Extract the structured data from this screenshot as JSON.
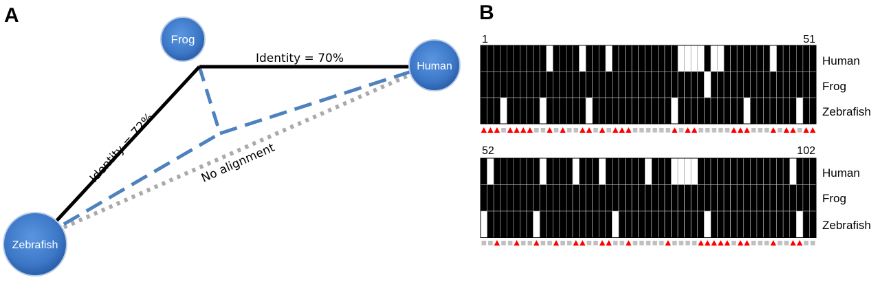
{
  "panel_a": {
    "letter": "A",
    "nodes": {
      "frog": "Frog",
      "human": "Human",
      "zebrafish": "Zebrafish"
    },
    "edge_labels": {
      "frog_human": "Identity = 70%",
      "frog_zebrafish": "Identity = 72%",
      "zebrafish_human": "No alignment"
    },
    "colors": {
      "node": "#3d78c8",
      "identity_line": "#000000",
      "dashed_line": "#4f81bd",
      "dotted_line": "#aaaaaa"
    }
  },
  "panel_b": {
    "letter": "B",
    "species_labels": [
      "Human",
      "Frog",
      "Zebrafish"
    ],
    "blocks": [
      {
        "start": "1",
        "end": "51",
        "rows": [
          "111111111101111011101111111111000010011111110111111",
          "111111111111111111111111111111111101111111111111111",
          "111011111011111101111111111110111111111101111111011"
        ],
        "marks": "TTT-TTTT--T-T--TT-T-TTT------T-TT-----TTT---T-TT-TT-T"
      },
      {
        "start": "52",
        "end": "102",
        "rows": [
          "101111111011110111011111101110000111111111111110111",
          "111111111111111111111111111111111111111111111111111",
          "011111110111111111110111111111111101111111111111011"
        ],
        "marks": "--T--T--T--T--TT--TT--T-----T----TTTTT-TT---T--TT---"
      }
    ],
    "colors": {
      "cell_on": "#000000",
      "cell_off": "#ffffff",
      "grid": "#b0b0b0",
      "mark_triangle": "#ff0000",
      "mark_square": "#c0c0c0"
    }
  }
}
